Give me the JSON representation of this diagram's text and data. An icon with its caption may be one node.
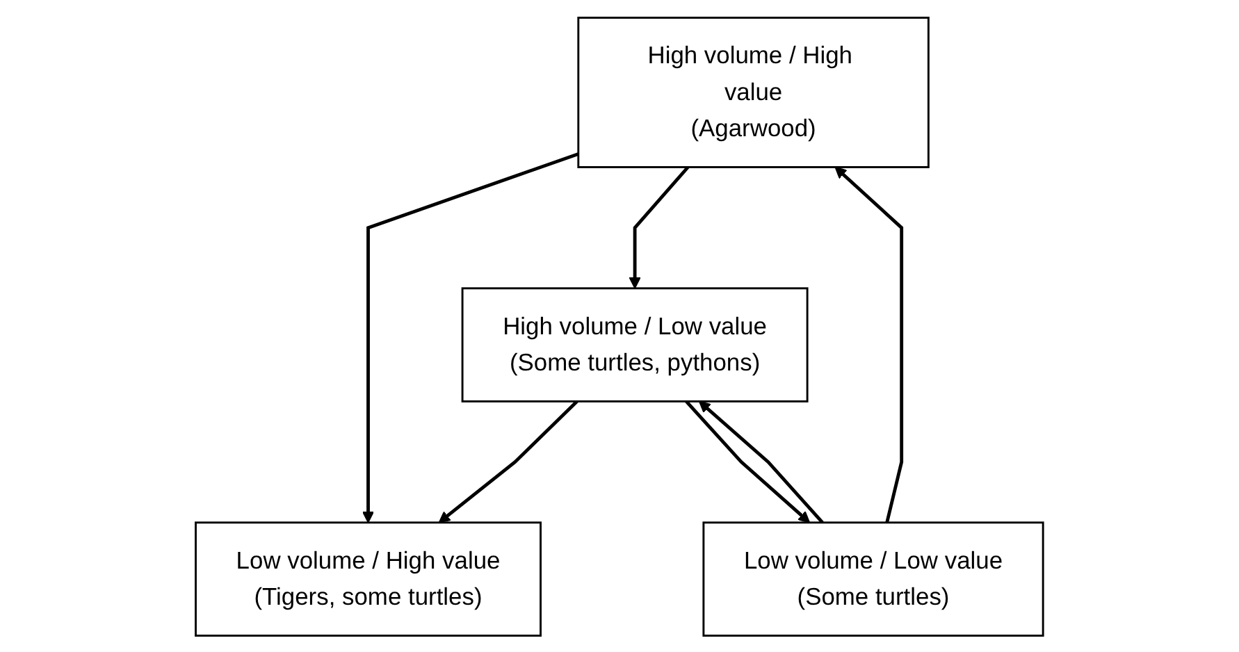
{
  "diagram": {
    "nodes": [
      {
        "text": [
          "Low volume / High value",
          "(Tigers, some turtles)"
        ]
      },
      {
        "text": [
          "High volume / High value",
          "(Agarwood)"
        ]
      },
      {
        "text": [
          "Low volume / Low value",
          "(Some turtles)"
        ]
      },
      {
        "text": [
          "High volume / Low value",
          "(Some turtles, pythons)"
        ]
      }
    ],
    "edges": [
      {
        "from": 1,
        "to": 0,
        "arrow": "to"
      },
      {
        "from": 1,
        "to": 3,
        "arrow": "to"
      },
      {
        "from": 2,
        "to": 1,
        "arrow": "to"
      },
      {
        "from": 3,
        "to": 0,
        "arrow": "to"
      },
      {
        "from": 2,
        "to": 3,
        "arrow": "to"
      },
      {
        "from": 3,
        "to": 2,
        "arrow": "to"
      }
    ]
  }
}
